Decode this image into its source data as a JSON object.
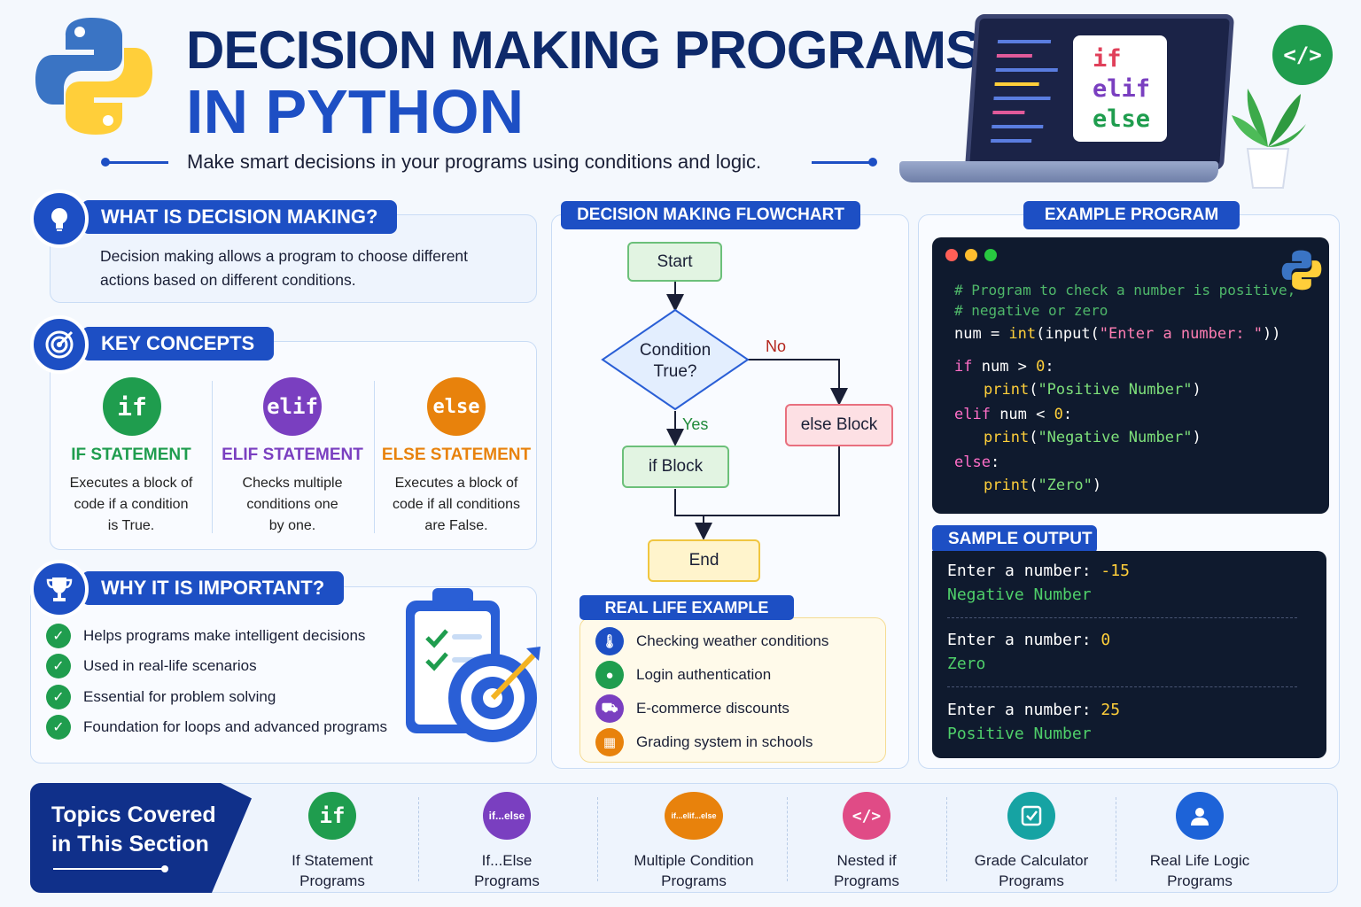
{
  "header": {
    "title_line1": "DECISION MAKING PROGRAMS",
    "title_line2": "IN PYTHON",
    "subtitle": "Make smart decisions in your programs using conditions and logic.",
    "laptop_keywords": [
      "if",
      "elif",
      "else"
    ],
    "code_badge": "</>"
  },
  "what_is": {
    "title": "WHAT IS DECISION MAKING?",
    "text_line1": "Decision making allows a program to choose different",
    "text_line2": "actions based on different conditions."
  },
  "key_concepts": {
    "title": "KEY CONCEPTS",
    "items": [
      {
        "badge": "if",
        "title": "IF STATEMENT",
        "desc1": "Executes a block of",
        "desc2": "code if a condition",
        "desc3": "is True.",
        "color": "#1f9d4e"
      },
      {
        "badge": "elif",
        "title": "ELIF STATEMENT",
        "desc1": "Checks multiple",
        "desc2": "conditions one",
        "desc3": "by one.",
        "color": "#7a3fc0"
      },
      {
        "badge": "else",
        "title": "ELSE STATEMENT",
        "desc1": "Executes a block of",
        "desc2": "code if all conditions",
        "desc3": "are False.",
        "color": "#e8820c"
      }
    ]
  },
  "why": {
    "title": "WHY IT IS IMPORTANT?",
    "items": [
      "Helps programs make intelligent decisions",
      "Used in real-life scenarios",
      "Essential for problem solving",
      "Foundation for loops and advanced programs"
    ]
  },
  "flowchart": {
    "title": "DECISION MAKING FLOWCHART",
    "start": "Start",
    "condition_line1": "Condition",
    "condition_line2": "True?",
    "yes": "Yes",
    "no": "No",
    "if_block": "if Block",
    "else_block": "else Block",
    "end": "End"
  },
  "real_life": {
    "title": "REAL LIFE EXAMPLE",
    "items": [
      {
        "text": "Checking weather conditions",
        "icon": "thermometer-icon",
        "color": "#1d4fc4"
      },
      {
        "text": "Login authentication",
        "icon": "user-icon",
        "color": "#1f9d4e"
      },
      {
        "text": "E-commerce discounts",
        "icon": "cart-icon",
        "color": "#7a3fc0"
      },
      {
        "text": "Grading system in schools",
        "icon": "calculator-icon",
        "color": "#e8820c"
      }
    ]
  },
  "example": {
    "title": "EXAMPLE PROGRAM",
    "comment1": "# Program to check a number is positive,",
    "comment2": "# negative or zero",
    "l3_a": "num = ",
    "l3_b": "int",
    "l3_c": "(input(",
    "l3_d": "\"Enter a number: \"",
    "l3_e": "))",
    "l4_a": "if",
    "l4_b": " num > ",
    "l4_c": "0",
    "l4_d": ":",
    "l5_a": "print",
    "l5_b": "(",
    "l5_c": "\"Positive Number\"",
    "l5_d": ")",
    "l6_a": "elif",
    "l6_b": " num < ",
    "l6_c": "0",
    "l6_d": ":",
    "l7_a": "print",
    "l7_b": "(",
    "l7_c": "\"Negative Number\"",
    "l7_d": ")",
    "l8_a": "else",
    "l8_b": ":",
    "l9_a": "print",
    "l9_b": "(",
    "l9_c": "\"Zero\"",
    "l9_d": ")"
  },
  "output": {
    "title": "SAMPLE OUTPUT",
    "runs": [
      {
        "prompt": "Enter a number: ",
        "value": "-15",
        "result": "Negative Number"
      },
      {
        "prompt": "Enter a number: ",
        "value": "0",
        "result": "Zero"
      },
      {
        "prompt": "Enter a number: ",
        "value": "25",
        "result": "Positive Number"
      }
    ]
  },
  "topics": {
    "title_line1": "Topics Covered",
    "title_line2": "in This Section",
    "items": [
      {
        "badge": "if",
        "line1": "If Statement",
        "line2": "Programs",
        "color": "#1f9d4e"
      },
      {
        "badge": "if...else",
        "line1": "If...Else",
        "line2": "Programs",
        "color": "#7a3fc0"
      },
      {
        "badge": "if...elif...else",
        "line1": "Multiple Condition",
        "line2": "Programs",
        "color": "#e8820c"
      },
      {
        "badge": "</>",
        "line1": "Nested if",
        "line2": "Programs",
        "color": "#e04b86"
      },
      {
        "badge": "grade-icon",
        "line1": "Grade Calculator",
        "line2": "Programs",
        "color": "#16a3a3"
      },
      {
        "badge": "user-icon",
        "line1": "Real Life Logic",
        "line2": "Programs",
        "color": "#1d63d8"
      }
    ]
  }
}
